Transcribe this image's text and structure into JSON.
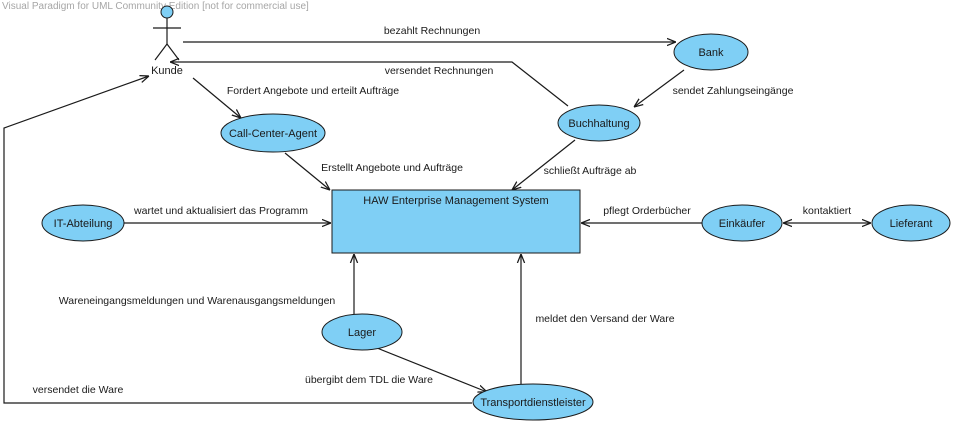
{
  "watermark": "Visual Paradigm for UML Community Edition [not for commercial use]",
  "system": {
    "label": "HAW Enterprise Management System"
  },
  "actor": {
    "label": "Kunde"
  },
  "nodes": {
    "bank": "Bank",
    "buchhaltung": "Buchhaltung",
    "callcenter": "Call-Center-Agent",
    "it": "IT-Abteilung",
    "einkaeufer": "Einkäufer",
    "lieferant": "Lieferant",
    "lager": "Lager",
    "tdl": "Transportdienstleister"
  },
  "edges": {
    "kunde_bank": "bezahlt Rechnungen",
    "buchhaltung_kunde": "versendet Rechnungen",
    "bank_buchhaltung": "sendet Zahlungseingänge",
    "kunde_callcenter": "Fordert Angebote und erteilt Aufträge",
    "callcenter_system": "Erstellt Angebote und Aufträge",
    "buchhaltung_system": "schließt Aufträge ab",
    "it_system": "wartet und aktualisiert das Programm",
    "einkaeufer_system": "pflegt Orderbücher",
    "einkaeufer_lieferant": "kontaktiert",
    "lager_system": "Wareneingangsmeldungen und Warenausgangsmeldungen",
    "tdl_system": "meldet den Versand der Ware",
    "lager_tdl": "übergibt dem TDL die Ware",
    "tdl_kunde": "versendet die Ware"
  }
}
